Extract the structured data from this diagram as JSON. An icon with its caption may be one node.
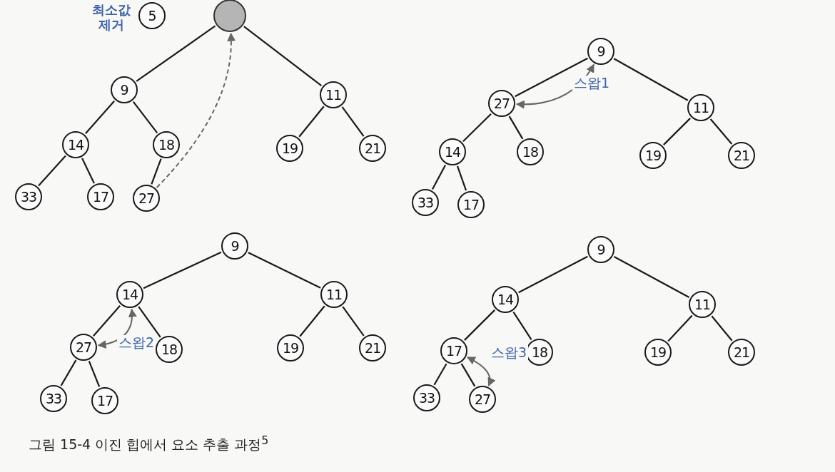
{
  "diagram": {
    "caption": "그림 15-4 이진 힙에서 요소 추출 과정$^{5}$",
    "nodes": [
      {
        "text": [
          "5"
        ],
        "beside": [
          "최소값 제거"
        ]
      },
      {
        "text": [],
        "shape": "circle"
      },
      {
        "text": [
          "9"
        ]
      },
      {
        "text": [
          "11"
        ]
      },
      {
        "text": [
          "14"
        ]
      },
      {
        "text": [
          "18"
        ]
      },
      {
        "text": [
          "19"
        ]
      },
      {
        "text": [
          "21"
        ]
      },
      {
        "text": [
          "33"
        ]
      },
      {
        "text": [
          "17"
        ]
      },
      {
        "text": [
          "27"
        ]
      },
      {
        "text": [
          "9"
        ]
      },
      {
        "text": [
          "27"
        ]
      },
      {
        "text": [
          "11"
        ]
      },
      {
        "text": [
          "14"
        ]
      },
      {
        "text": [
          "18"
        ]
      },
      {
        "text": [
          "19"
        ]
      },
      {
        "text": [
          "21"
        ]
      },
      {
        "text": [
          "33"
        ]
      },
      {
        "text": [
          "17"
        ]
      },
      {
        "text": [
          "9"
        ]
      },
      {
        "text": [
          "14"
        ]
      },
      {
        "text": [
          "11"
        ]
      },
      {
        "text": [
          "27"
        ]
      },
      {
        "text": [
          "18"
        ]
      },
      {
        "text": [
          "19"
        ]
      },
      {
        "text": [
          "21"
        ]
      },
      {
        "text": [
          "33"
        ]
      },
      {
        "text": [
          "17"
        ]
      },
      {
        "text": [
          "9"
        ]
      },
      {
        "text": [
          "14"
        ]
      },
      {
        "text": [
          "11"
        ]
      },
      {
        "text": [
          "17"
        ]
      },
      {
        "text": [
          "18"
        ]
      },
      {
        "text": [
          "19"
        ]
      },
      {
        "text": [
          "21"
        ]
      },
      {
        "text": [
          "33"
        ]
      },
      {
        "text": [
          "27"
        ]
      }
    ],
    "edges": [
      {
        "from": 1,
        "to": 2,
        "arrow": "none"
      },
      {
        "from": 1,
        "to": 3,
        "arrow": "none"
      },
      {
        "from": 2,
        "to": 4,
        "arrow": "none"
      },
      {
        "from": 2,
        "to": 5,
        "arrow": "none"
      },
      {
        "from": 3,
        "to": 6,
        "arrow": "none"
      },
      {
        "from": 3,
        "to": 7,
        "arrow": "none"
      },
      {
        "from": 4,
        "to": 8,
        "arrow": "none"
      },
      {
        "from": 4,
        "to": 9,
        "arrow": "none"
      },
      {
        "from": 5,
        "to": 10,
        "arrow": "none"
      },
      {
        "from": 10,
        "to": 1,
        "arrow": "to",
        "style": "dashed",
        "color": "#666666"
      },
      {
        "from": 11,
        "to": 12,
        "arrow": "none"
      },
      {
        "from": 11,
        "to": 13,
        "arrow": "none"
      },
      {
        "from": 12,
        "to": 14,
        "arrow": "none"
      },
      {
        "from": 12,
        "to": 15,
        "arrow": "none"
      },
      {
        "from": 13,
        "to": 16,
        "arrow": "none"
      },
      {
        "from": 13,
        "to": 17,
        "arrow": "none"
      },
      {
        "from": 14,
        "to": 18,
        "arrow": "none"
      },
      {
        "from": 14,
        "to": 19,
        "arrow": "none"
      },
      {
        "from": 11,
        "to": 12,
        "arrow": "both",
        "label": "스왑1",
        "color": "#666666"
      },
      {
        "from": 20,
        "to": 21,
        "arrow": "none"
      },
      {
        "from": 20,
        "to": 22,
        "arrow": "none"
      },
      {
        "from": 21,
        "to": 23,
        "arrow": "none"
      },
      {
        "from": 21,
        "to": 24,
        "arrow": "none"
      },
      {
        "from": 22,
        "to": 25,
        "arrow": "none"
      },
      {
        "from": 22,
        "to": 26,
        "arrow": "none"
      },
      {
        "from": 23,
        "to": 27,
        "arrow": "none"
      },
      {
        "from": 23,
        "to": 28,
        "arrow": "none"
      },
      {
        "from": 21,
        "to": 23,
        "arrow": "both",
        "label": "스왑2",
        "color": "#666666"
      },
      {
        "from": 29,
        "to": 30,
        "arrow": "none"
      },
      {
        "from": 29,
        "to": 31,
        "arrow": "none"
      },
      {
        "from": 30,
        "to": 32,
        "arrow": "none"
      },
      {
        "from": 30,
        "to": 33,
        "arrow": "none"
      },
      {
        "from": 31,
        "to": 34,
        "arrow": "none"
      },
      {
        "from": 31,
        "to": 35,
        "arrow": "none"
      },
      {
        "from": 32,
        "to": 36,
        "arrow": "none"
      },
      {
        "from": 32,
        "to": 37,
        "arrow": "none"
      },
      {
        "from": 32,
        "to": 37,
        "arrow": "both",
        "label": "스왑3",
        "color": "#666666"
      }
    ]
  }
}
